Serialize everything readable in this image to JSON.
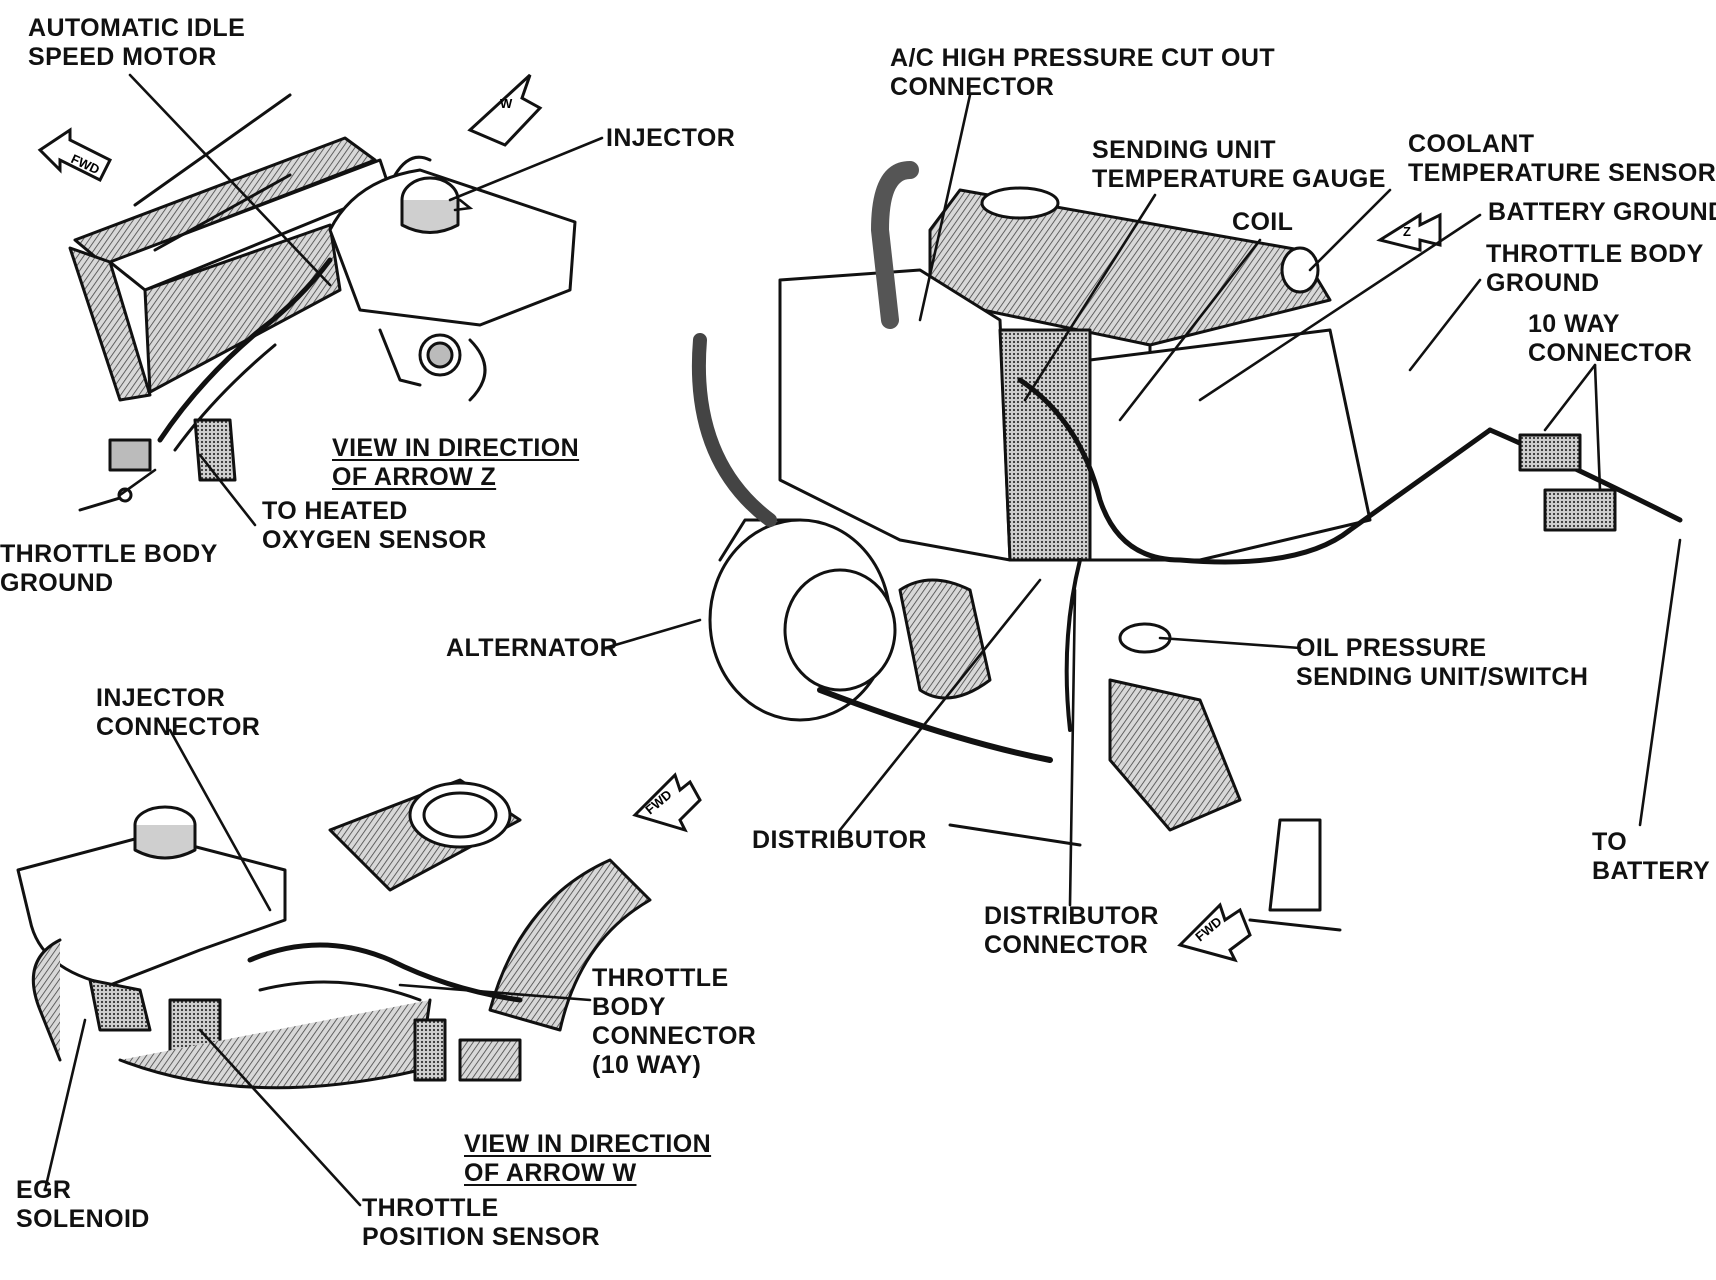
{
  "labels": {
    "auto_idle": [
      "AUTOMATIC IDLE",
      "SPEED MOTOR"
    ],
    "injector_top": [
      "INJECTOR"
    ],
    "view_z": [
      "VIEW IN DIRECTION",
      "OF ARROW Z"
    ],
    "heated_o2": [
      "TO HEATED",
      "OXYGEN SENSOR"
    ],
    "tb_ground_left": [
      "THROTTLE BODY",
      "GROUND"
    ],
    "ac_cutout": [
      "A/C HIGH PRESSURE CUT OUT",
      "CONNECTOR"
    ],
    "sending_unit": [
      "SENDING UNIT",
      "TEMPERATURE GAUGE"
    ],
    "coolant": [
      "COOLANT",
      "TEMPERATURE SENSOR"
    ],
    "coil": [
      "COIL"
    ],
    "battery_ground": [
      "BATTERY GROUND"
    ],
    "tb_ground_right": [
      "THROTTLE BODY",
      "GROUND"
    ],
    "ten_way": [
      "10 WAY",
      "CONNECTOR"
    ],
    "alternator": [
      "ALTERNATOR"
    ],
    "oil_pressure": [
      "OIL PRESSURE",
      "SENDING UNIT/SWITCH"
    ],
    "distributor": [
      "DISTRIBUTOR"
    ],
    "distributor_conn": [
      "DISTRIBUTOR",
      "CONNECTOR"
    ],
    "to_battery": [
      "TO",
      "BATTERY"
    ],
    "injector_conn": [
      "INJECTOR",
      "CONNECTOR"
    ],
    "tb_connector": [
      "THROTTLE",
      "BODY",
      "CONNECTOR",
      "(10 WAY)"
    ],
    "view_w": [
      "VIEW IN DIRECTION",
      "OF ARROW W"
    ],
    "egr": [
      "EGR",
      "SOLENOID"
    ],
    "tps": [
      "THROTTLE",
      "POSITION SENSOR"
    ]
  },
  "arrows": {
    "fwd": "FWD",
    "w": "W",
    "z": "Z"
  },
  "colors": {
    "ink": "#111111",
    "shade": "#8a8a8a",
    "paper": "#ffffff"
  }
}
